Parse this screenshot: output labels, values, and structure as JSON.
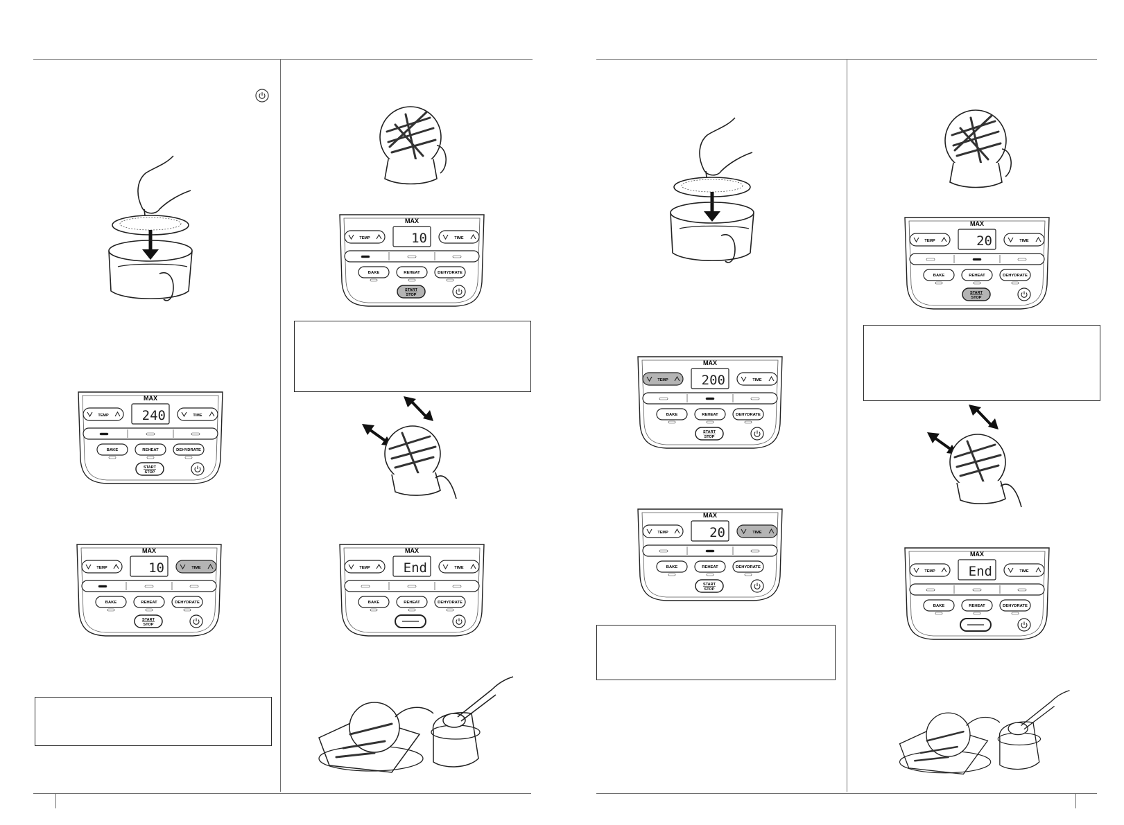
{
  "panel_text": {
    "max": "MAX",
    "temp": "TEMP",
    "time": "TIME",
    "bake": "BAKE",
    "reheat": "REHEAT",
    "dehydrate": "DEHYDRATE",
    "start": "START",
    "stop": "STOP"
  },
  "panels": [
    {
      "display": "240",
      "highlight": "none",
      "mode": 0,
      "button": "startstop"
    },
    {
      "display": "10",
      "highlight": "time",
      "mode": 0,
      "button": "startstop"
    },
    {
      "display": "10",
      "highlight": "startstop",
      "mode": 0,
      "button": "startstop"
    },
    {
      "display": "End",
      "highlight": "none",
      "mode": -1,
      "button": "end"
    },
    {
      "display": "200",
      "highlight": "temp",
      "mode": 1,
      "button": "startstop"
    },
    {
      "display": "20",
      "highlight": "time",
      "mode": 1,
      "button": "startstop"
    },
    {
      "display": "20",
      "highlight": "startstop",
      "mode": 1,
      "button": "startstop"
    },
    {
      "display": "End",
      "highlight": "none",
      "mode": -1,
      "button": "end"
    }
  ]
}
